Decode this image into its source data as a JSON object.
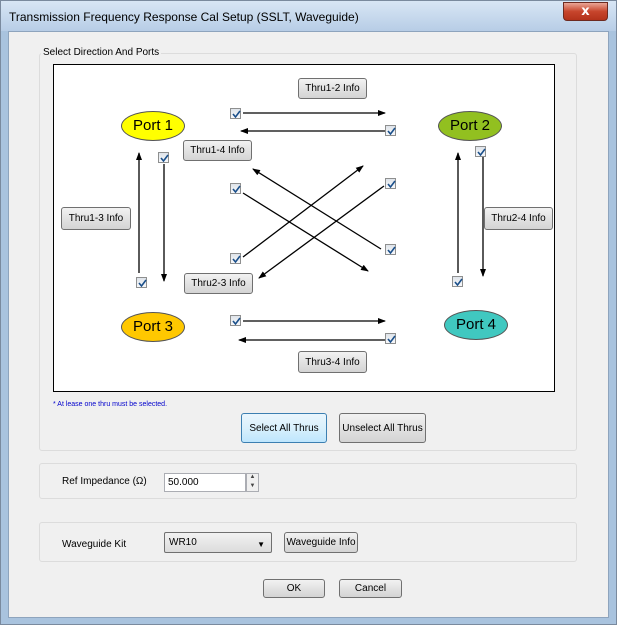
{
  "window": {
    "title": "Transmission Frequency Response Cal Setup (SSLT, Waveguide)",
    "close_glyph": "x"
  },
  "direction_group": {
    "label": "Select Direction And Ports",
    "ports": [
      "Port 1",
      "Port 2",
      "Port 3",
      "Port 4"
    ],
    "port_colors": [
      "#ffff00",
      "#92c020",
      "#ffc800",
      "#40c8c0"
    ],
    "thru_buttons": {
      "t12": "Thru1-2 Info",
      "t14": "Thru1-4 Info",
      "t13": "Thru1-3 Info",
      "t24": "Thru2-4 Info",
      "t23": "Thru2-3 Info",
      "t34": "Thru3-4 Info"
    },
    "all_directions_checked": true,
    "note": "* At lease one thru must be selected.",
    "select_all_label": "Select All Thrus",
    "unselect_all_label": "Unselect All Thrus"
  },
  "impedance": {
    "label": "Ref Impedance (Ω)",
    "value": "50.000"
  },
  "waveguide": {
    "label": "Waveguide Kit",
    "selected": "WR10",
    "info_label": "Waveguide Info"
  },
  "footer": {
    "ok_label": "OK",
    "cancel_label": "Cancel"
  }
}
